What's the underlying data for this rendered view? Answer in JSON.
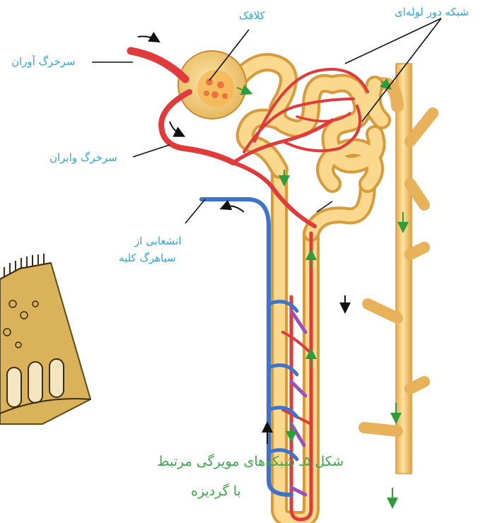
{
  "labels": {
    "glomerulus": "کلافک",
    "peritubular": "شبکه دور لوله‌ای",
    "afferent": "سرخرگ آوران",
    "efferent": "سرخرگ وابران",
    "renal_vein_branch_line1": "انشعابی از",
    "renal_vein_branch_line2": "سیاهرگ کلیه"
  },
  "caption": {
    "line1": "شکل ۵ـ شبکه‌های مویرگی مرتبط",
    "line2": "با گردیزه"
  },
  "colors": {
    "label_text": "#29a8d8",
    "caption_text": "#3aa84a",
    "artery": "#e03a3a",
    "vein": "#3b74c9",
    "tubule": "#f2c46e",
    "tubule_outline": "#d99a3a",
    "glomerulus_capsule": "#f7d27a",
    "flow_arrow": "#2d9c3a"
  }
}
